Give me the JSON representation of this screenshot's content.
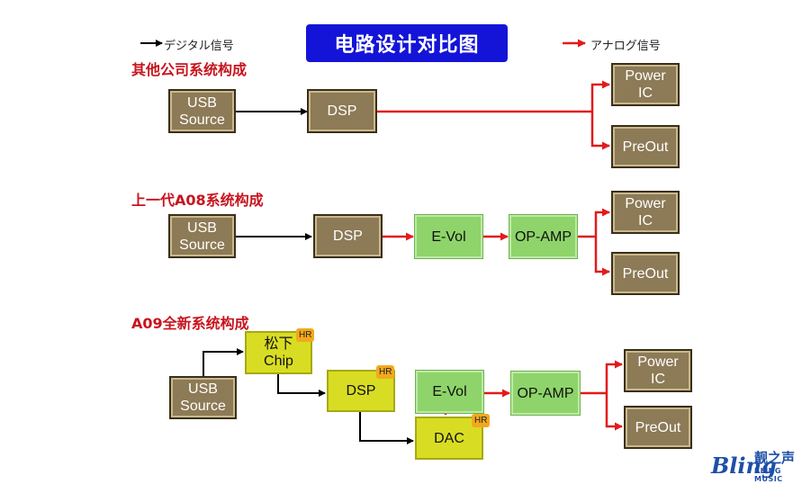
{
  "title": "电路设计对比图",
  "legend": {
    "digital": "デジタル信号",
    "analog": "アナログ信号",
    "digital_color": "#000000",
    "analog_color": "#e21b1b"
  },
  "sections": {
    "s1_title": "其他公司系统构成",
    "s2_title": "上一代A08系统构成",
    "s3_title": "A09全新系统构成"
  },
  "boxes": {
    "usb_line1": "USB",
    "usb_line2": "Source",
    "dsp": "DSP",
    "power_line1": "Power",
    "power_line2": "IC",
    "preout": "PreOut",
    "evol": "E-Vol",
    "opamp": "OP-AMP",
    "chip_line1": "松下",
    "chip_line2": "Chip",
    "dac": "DAC",
    "hr_badge": "HR"
  },
  "logo": {
    "mark": "Bling",
    "cn": "靓之声",
    "en": "BLING MUSIC"
  }
}
